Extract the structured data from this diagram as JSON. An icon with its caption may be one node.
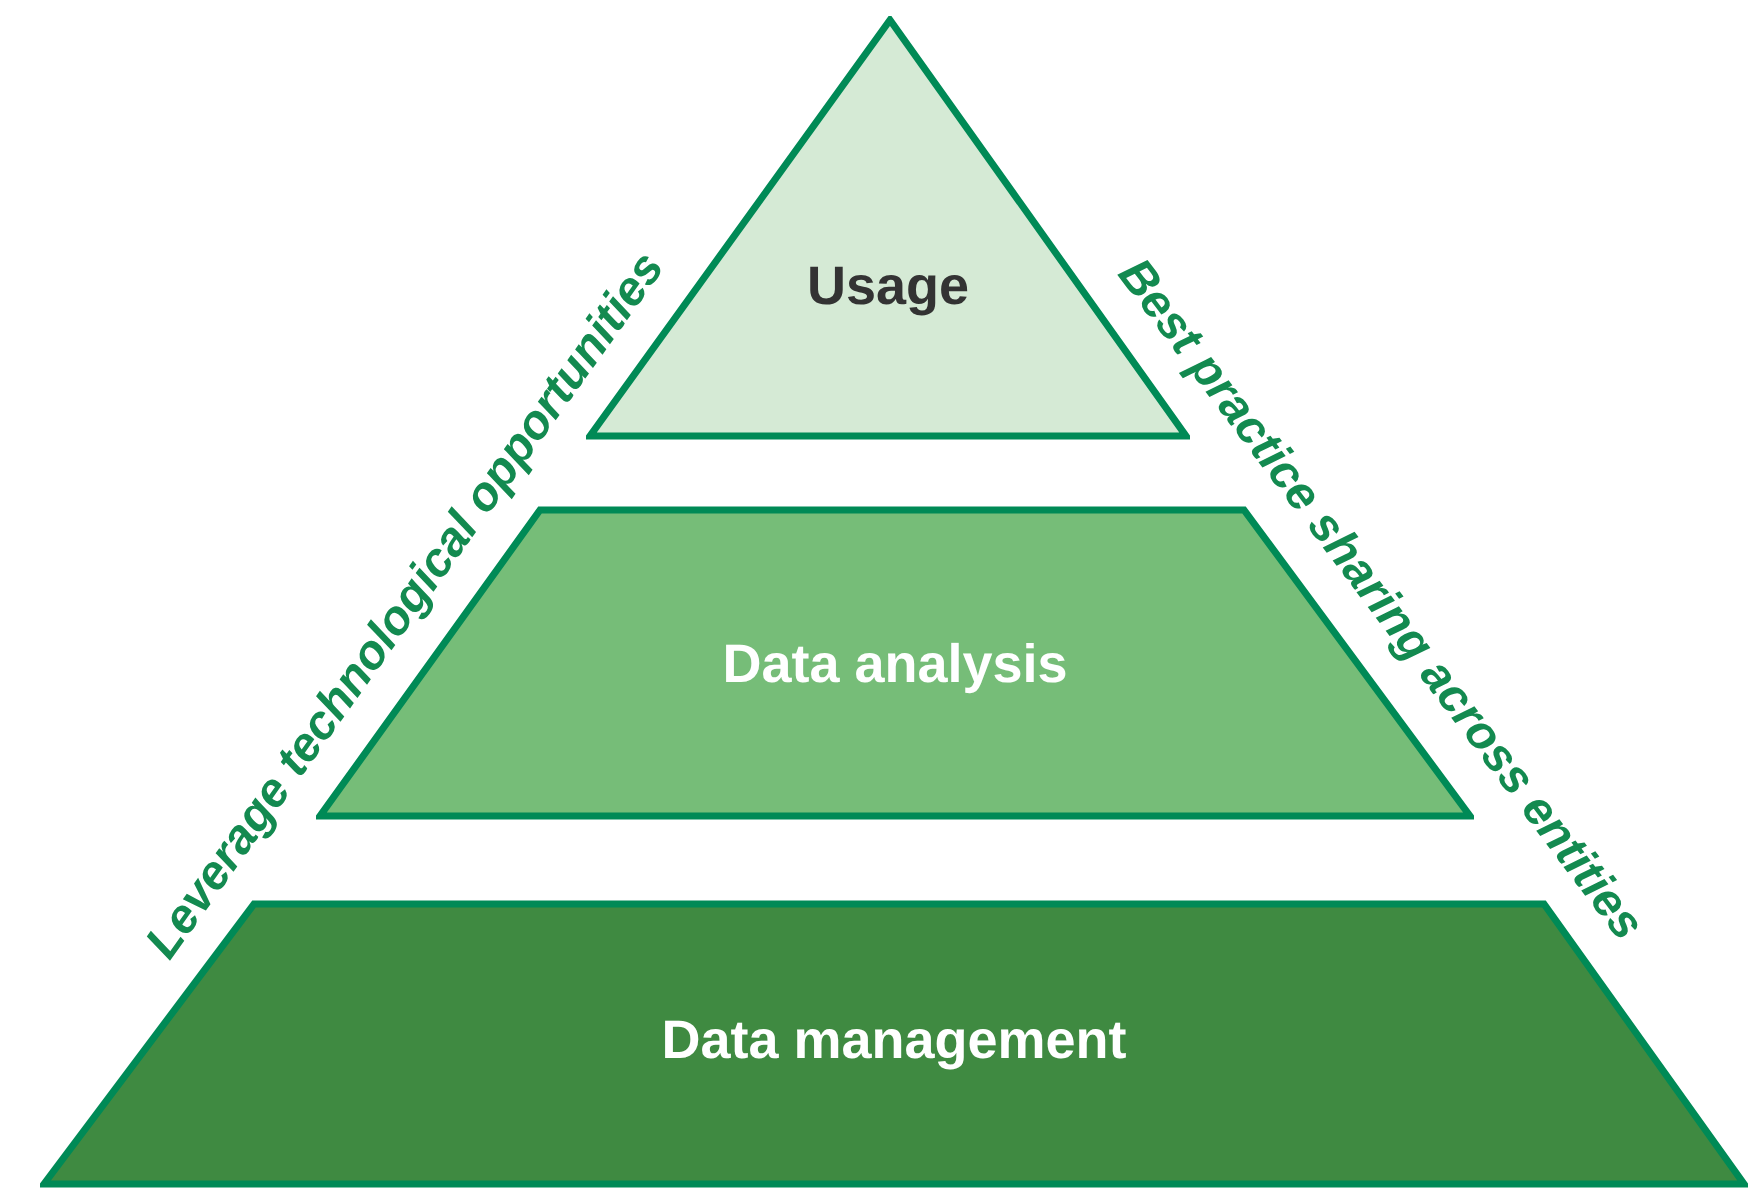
{
  "diagram": {
    "nodes": [
      {
        "text": [
          "Usage"
        ]
      },
      {
        "text": [
          "Data analysis"
        ]
      },
      {
        "text": [
          "Data management"
        ]
      }
    ],
    "labels": [
      "Leverage technological opportunities",
      "Best practice sharing across entities"
    ]
  }
}
